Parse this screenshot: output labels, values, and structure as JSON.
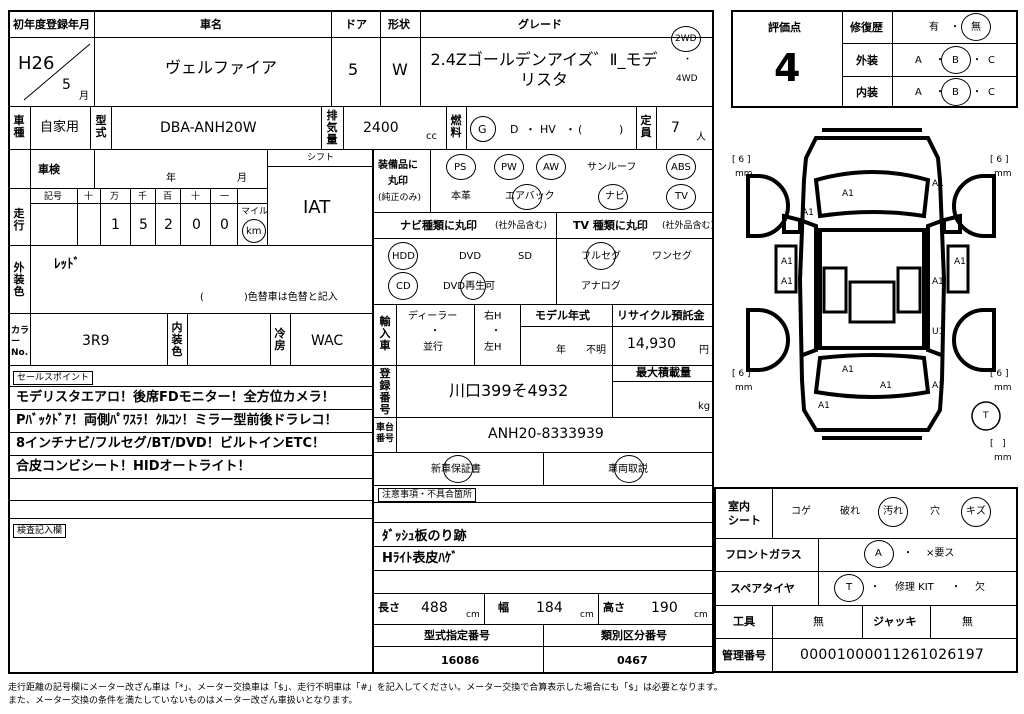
{
  "hdr": {
    "year_label": "初年度登録年月",
    "name_label": "車名",
    "door_label": "ドア",
    "shape_label": "形状",
    "grade_label": "グレード"
  },
  "reg": {
    "era_year": "H26",
    "month": "5",
    "month_unit": "月"
  },
  "car": {
    "name": "ヴェルファイア",
    "doors": "5",
    "shape": "W",
    "grade": "2.4Zゴールデンアイズ゛Ⅱ_モデリスタ",
    "drive_2wd": "2WD",
    "drive_4wd": "4WD"
  },
  "rating": {
    "label": "評価点",
    "value": "4",
    "repair_label": "修復歴",
    "repair_opts": [
      "有",
      "・",
      "無"
    ],
    "ext_label": "外装",
    "int_label": "内装",
    "grades": [
      "A",
      "・",
      "B",
      "・",
      "C"
    ]
  },
  "usage": {
    "label": "車種",
    "value": "自家用",
    "model_label": "型式",
    "model": "DBA-ANH20W",
    "disp_label": "排気量",
    "disp": "2400",
    "disp_unit": "cc",
    "fuel_label": "燃料",
    "fuel_opts": [
      "G",
      "D",
      "・",
      "HV",
      "・",
      "(",
      ")"
    ],
    "cap_label": "定員",
    "cap": "7",
    "cap_unit": "人"
  },
  "inspect": {
    "label": "車検",
    "year": "年",
    "month": "月",
    "shift_label": "シフト",
    "shift": "IAT"
  },
  "mileage": {
    "label": "走行",
    "sub": "記号",
    "cols": [
      "十",
      "万",
      "千",
      "百",
      "十",
      "一"
    ],
    "digits": [
      "1",
      "5",
      "2",
      "0",
      "0"
    ],
    "mile": "マイル",
    "km": "km"
  },
  "exterior": {
    "label": "外装色",
    "value": "ﾚｯﾄﾞ",
    "note": "(　　　　)色替車は色替と記入"
  },
  "color_no": {
    "label": "カラーNo.",
    "value": "3R9",
    "interior_label": "内装色",
    "ac_label": "冷房",
    "ac": "WAC"
  },
  "sales": {
    "label": "セールスポイント",
    "lines": [
      "モデリスタエアロ！後席FDモニター！全方位カメラ！",
      "Pﾊﾞｯｸﾄﾞｱ！両側ﾊﾟﾜｽﾗ！ｸﾙｺﾝ！ミラー型前後ドラレコ！",
      "8インチナビ/フルセグ/BT/DVD！ビルトインETC！",
      "合皮コンビシート！HIDオートライト！"
    ]
  },
  "memo": {
    "label": "検査記入欄"
  },
  "equip": {
    "label1": "装備品に",
    "label2": "丸印",
    "label3": "(純正のみ)",
    "row1": [
      "PS",
      "PW",
      "AW",
      "サンルーフ",
      "ABS"
    ],
    "row2": [
      "本革",
      "エアバック",
      "ナビ",
      "TV"
    ]
  },
  "navi": {
    "label": "ナビ種類に丸印",
    "sub": "(社外品含む)",
    "opts": [
      "HDD",
      "DVD",
      "SD",
      "CD",
      "DVD再生可"
    ]
  },
  "tv": {
    "label": "TV 種類に丸印",
    "sub": "(社外品含む)",
    "opts": [
      "フルセグ",
      "ワンセグ",
      "アナログ"
    ]
  },
  "import": {
    "label": "輸入車",
    "dealer": "ディーラー",
    "dot": "・",
    "parallel": "並行",
    "right": "右H",
    "left": "左H",
    "model_year_label": "モデル年式",
    "year": "年",
    "unknown": "不明",
    "recycle_label": "リサイクル預託金",
    "recycle": "14,930",
    "recycle_unit": "円"
  },
  "plate": {
    "label": "登録番号",
    "value": "川口399そ4932",
    "max_label": "最大積載量",
    "max_unit": "kg"
  },
  "chassis": {
    "label": "車台番号",
    "value": "ANH20-8333939"
  },
  "docs": {
    "warranty": "新車保証書",
    "manual": "車両取説"
  },
  "notes": {
    "label": "注意事項・不具合箇所",
    "lines": [
      "ﾀﾞｯｼｭ板のり跡",
      "Hﾗｲﾄ表皮ﾊｹﾞ"
    ]
  },
  "dims": {
    "len_label": "長さ",
    "len": "488",
    "wid_label": "幅",
    "wid": "184",
    "hgt_label": "高さ",
    "hgt": "190",
    "unit": "cm"
  },
  "type_no": {
    "label": "型式指定番号",
    "value": "16086",
    "cls_label": "類別区分番号",
    "cls": "0467"
  },
  "diagram": {
    "tire": "6",
    "mm": "mm",
    "a1": "A1",
    "u1": "U1",
    "t": "T"
  },
  "interior": {
    "label": "室内シート",
    "opts": [
      "コゲ",
      "破れ",
      "汚れ",
      "穴",
      "キズ"
    ]
  },
  "glass": {
    "label": "フロントガラス",
    "a": "A",
    "dot": "・",
    "x": "×要ス"
  },
  "spare": {
    "label": "スペアタイヤ",
    "t": "T",
    "dot": "・",
    "kit": "修理 KIT",
    "none": "欠"
  },
  "tool": {
    "label": "工具",
    "value": "無",
    "jack_label": "ジャッキ",
    "jack": "無"
  },
  "mgmt": {
    "label": "管理番号",
    "value": "0000100001126102619 7"
  },
  "footer": {
    "l1": "走行距離の記号欄にメーター改ざん車は「*」、メーター交換車は「$」、走行不明車は「#」を記入してください。メーター交換で合算表示した場合にも「$」は必要となります。",
    "l2": "また、メーター交換の条件を満たしていないものはメーター改ざん車扱いとなります。"
  }
}
